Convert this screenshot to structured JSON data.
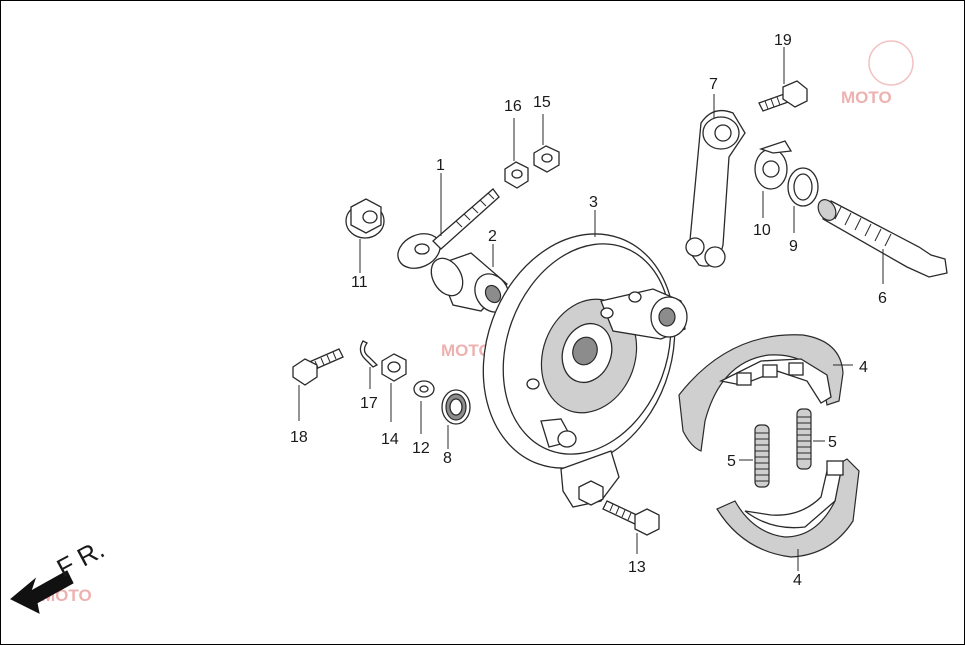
{
  "diagram": {
    "labels": {
      "p1": "1",
      "p2": "2",
      "p3": "3",
      "p4a": "4",
      "p4b": "4",
      "p5a": "5",
      "p5b": "5",
      "p6": "6",
      "p7": "7",
      "p8": "8",
      "p9": "9",
      "p10": "10",
      "p11": "11",
      "p12": "12",
      "p13": "13",
      "p14": "14",
      "p15": "15",
      "p16": "16",
      "p17": "17",
      "p18": "18",
      "p19": "19"
    },
    "direction": "F R.",
    "watermark": "MOTO"
  },
  "colors": {
    "watermark": "#d9534f",
    "line": "#2a2a2a",
    "fill": "#cfcfcf"
  }
}
